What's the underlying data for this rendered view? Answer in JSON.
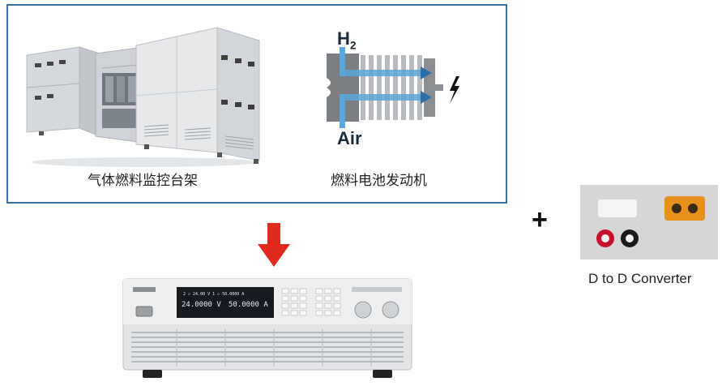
{
  "top_panel": {
    "test_bench_caption": "气体燃料监控台架",
    "fuel_cell_caption": "燃料电池发动机",
    "fuel_cell_inputs": {
      "h2_main": "H",
      "h2_sub": "2",
      "air": "Air"
    }
  },
  "plus": "+",
  "converter": {
    "caption": "D to D Converter"
  },
  "load": {
    "display_line1": "2 ▫ 24.00 V  1 ▫ 50.0000 A",
    "voltage": "24.0000 V",
    "current": "50.0000 A"
  },
  "colors": {
    "panel_border": "#3a6fa6",
    "arrow": "#e02a1e",
    "fuel_cell_flow": "#5aa7d8",
    "converter_terminal": "#e8901c"
  },
  "icons": [
    "down-arrow-icon",
    "lightning-bolt-icon"
  ]
}
